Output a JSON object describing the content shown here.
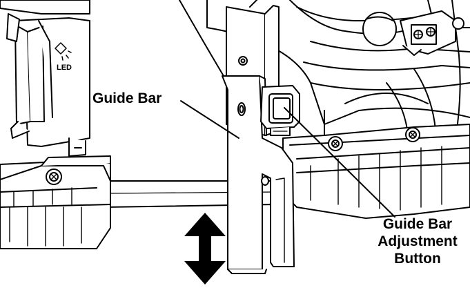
{
  "labels": {
    "guide_bar": "Guide Bar",
    "adjustment_button": [
      "Guide Bar",
      "Adjustment",
      "Button"
    ],
    "led": "LED"
  },
  "icons": {
    "led": "led-light-icon",
    "motion": "up-down-arrow-icon"
  },
  "colors": {
    "line": "#000000",
    "fill": "#ffffff",
    "shade": "#eeeeee"
  }
}
